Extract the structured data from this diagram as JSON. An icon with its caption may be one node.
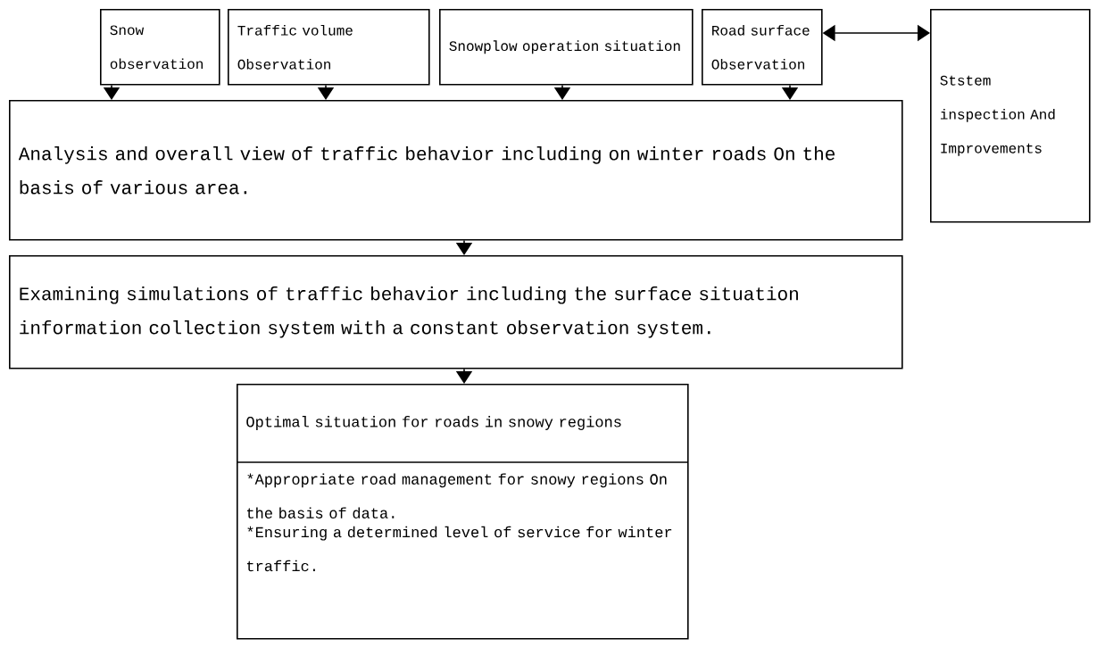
{
  "diagram": {
    "nodes": [
      {
        "text": [
          "Snow observation"
        ]
      },
      {
        "text": [
          "Traffic volume Observation"
        ]
      },
      {
        "text": [
          "Snowplow operation situation"
        ]
      },
      {
        "text": [
          "Road surface Observation"
        ]
      },
      {
        "text": [
          "Ststem inspection And Improvements"
        ]
      },
      {
        "text": [
          "Analysis and overall view of traffic behavior including on winter roads On the basis of various area."
        ]
      },
      {
        "text": [
          "Examining simulations of traffic behavior including the surface situation information collection system with a constant observation system."
        ]
      },
      {
        "text": [
          "Optimal situation for roads in snowy regions",
          "*Appropriate road management for snowy regions On the basis of data.",
          "*Ensuring a determined level of service for winter traffic."
        ]
      }
    ],
    "edges": [
      {
        "from": 0,
        "to": 5,
        "arrow": "to"
      },
      {
        "from": 1,
        "to": 5,
        "arrow": "to"
      },
      {
        "from": 2,
        "to": 5,
        "arrow": "to"
      },
      {
        "from": 3,
        "to": 5,
        "arrow": "to"
      },
      {
        "from": 3,
        "to": 4,
        "arrow": "both"
      },
      {
        "from": 5,
        "to": 6,
        "arrow": "to"
      },
      {
        "from": 6,
        "to": 7,
        "arrow": "to"
      }
    ]
  }
}
